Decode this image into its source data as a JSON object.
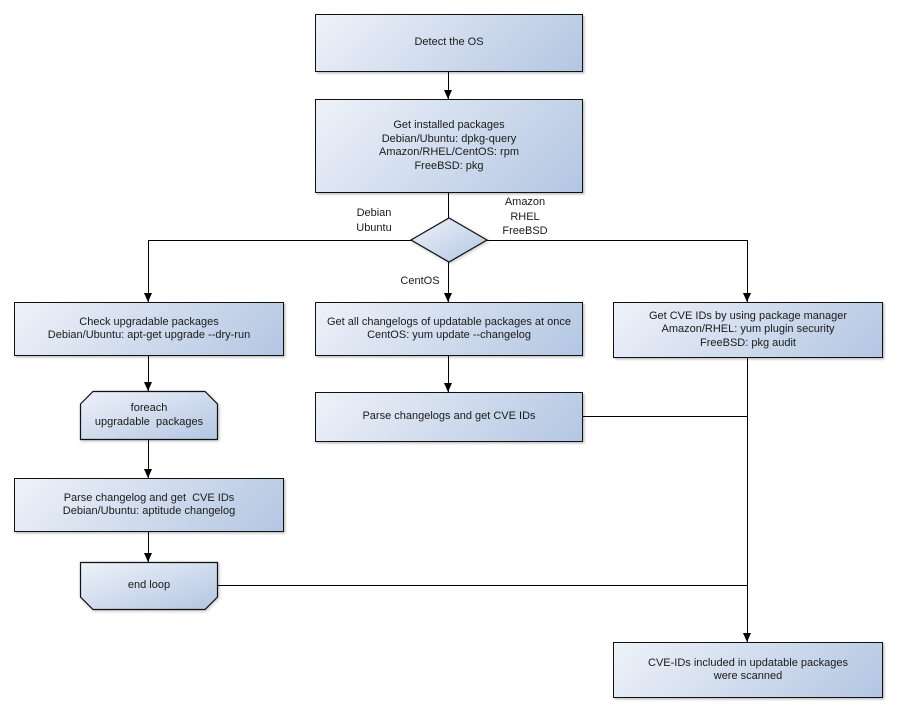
{
  "theme": {
    "canvas_bg": "#ffffff",
    "node_fill_start": "#eef2f9",
    "node_fill_end": "#b3c6e2",
    "node_border": "#111111",
    "edge_color": "#000000",
    "text_color": "#1a1a1a"
  },
  "nodes": {
    "detect_os": {
      "lines": [
        "Detect the OS"
      ]
    },
    "get_installed_packages": {
      "lines": [
        "Get installed packages",
        "Debian/Ubuntu: dpkg-query",
        "Amazon/RHEL/CentOS: rpm",
        "FreeBSD: pkg"
      ]
    },
    "check_upgradable": {
      "lines": [
        "Check upgradable packages",
        "Debian/Ubuntu: apt-get upgrade --dry-run"
      ]
    },
    "get_all_changelogs": {
      "lines": [
        "Get all changelogs of updatable packages at once",
        "CentOS: yum update --changelog"
      ]
    },
    "get_cve_ids_package_manager": {
      "lines": [
        "Get CVE IDs by using package manager",
        "Amazon/RHEL: yum plugin security",
        "FreeBSD: pkg audit"
      ]
    },
    "foreach_upgradable": {
      "lines": [
        "foreach",
        "upgradable  packages"
      ]
    },
    "parse_changelogs": {
      "lines": [
        "Parse changelogs and get CVE IDs"
      ]
    },
    "parse_changelog_aptitude": {
      "lines": [
        "Parse changelog and get  CVE IDs",
        "Debian/Ubuntu: aptitude changelog"
      ]
    },
    "end_loop": {
      "lines": [
        "end loop"
      ]
    },
    "cve_ids_scanned": {
      "lines": [
        "CVE-IDs included in updatable packages",
        "were scanned"
      ]
    }
  },
  "edge_labels": {
    "debian_ubuntu": {
      "lines": [
        "Debian",
        "Ubuntu"
      ]
    },
    "amazon_rhel_freebsd": {
      "lines": [
        "Amazon",
        "RHEL",
        "FreeBSD"
      ]
    },
    "centos": {
      "lines": [
        "CentOS"
      ]
    }
  }
}
